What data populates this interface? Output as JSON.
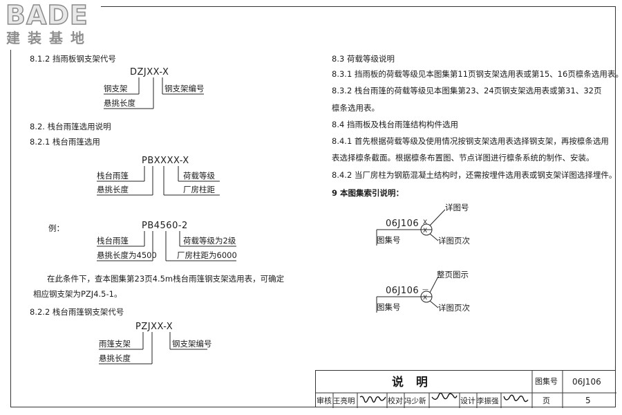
{
  "logo": {
    "main": "BADE",
    "sub": "建装基地"
  },
  "left": {
    "s812": "8.1.2 挡雨板钢支架代号",
    "dz": {
      "code": "DZJXX-X",
      "a": "钢支架",
      "b": "悬挑长度",
      "c": "钢支架编号"
    },
    "s82": "8.2. 栈台雨篷选用说明",
    "s821": "8.2.1 栈台雨篷选用",
    "pb": {
      "code": "PBXXXX-X",
      "a": "栈台雨篷",
      "b": "悬挑长度",
      "c": "荷载等级",
      "d": "厂房柱距"
    },
    "ex_label": "例：",
    "ex": {
      "code": "PB4560-2",
      "a": "栈台雨篷",
      "b": "悬挑长度为4500",
      "c": "荷载等级为2级",
      "d": "厂房柱距为6000"
    },
    "para1": "在此条件下，查本图集第23页4.5m栈台雨篷钢支架选用表，可确定",
    "para2": "相应钢支架为PZJ4.5-1。",
    "s822": "8.2.2 栈台雨篷钢支架代号",
    "pz": {
      "code": "PZJXX-X",
      "a": "雨篷支架",
      "b": "悬挑长度",
      "c": "钢支架编号"
    }
  },
  "right": {
    "s83": "8.3 荷载等级说明",
    "s831": "8.3.1 挡雨板的荷载等级见本图集第11页钢支架选用表或第15、16页檩条选用表。",
    "s832a": "8.3.2 栈台雨篷的荷载等级见本图集第23、24页钢支架选用表或第31、32页",
    "s832b": "檩条选用表。",
    "s84": "8.4 挡雨板及栈台雨篷结构构件选用",
    "s841a": "8.4.1 首先根据荷载等级及使用情况按钢支架选用表选择钢支架，再按檩条选用",
    "s841b": "表选择檩条截面。根据檩条布置图、节点详图进行檩条系统的制作、安装。",
    "s842": "8.4.2 当厂房柱为钢筋混凝土结构时，还需按埋件选用表或钢支架详图选择埋件。",
    "s9": "9 本图集索引说明：",
    "idx1": {
      "atlas": "06J106",
      "top": "详图号",
      "bottom": "详图页次",
      "label": "图集号",
      "mark": "X"
    },
    "idx2": {
      "atlas": "06J106",
      "top": "整页图示",
      "bottom": "详图页次",
      "label": "图集号",
      "mark": "X",
      "top_mark": "—"
    }
  },
  "titleblock": {
    "title": "说 明",
    "atlas_label": "图集号",
    "atlas_no": "06J106",
    "review_label": "审核",
    "review_name": "王亮明",
    "check_label": "校对",
    "check_name": "冯少新",
    "design_label": "设计",
    "design_name": "李振强",
    "page_label": "页",
    "page_no": "5"
  }
}
